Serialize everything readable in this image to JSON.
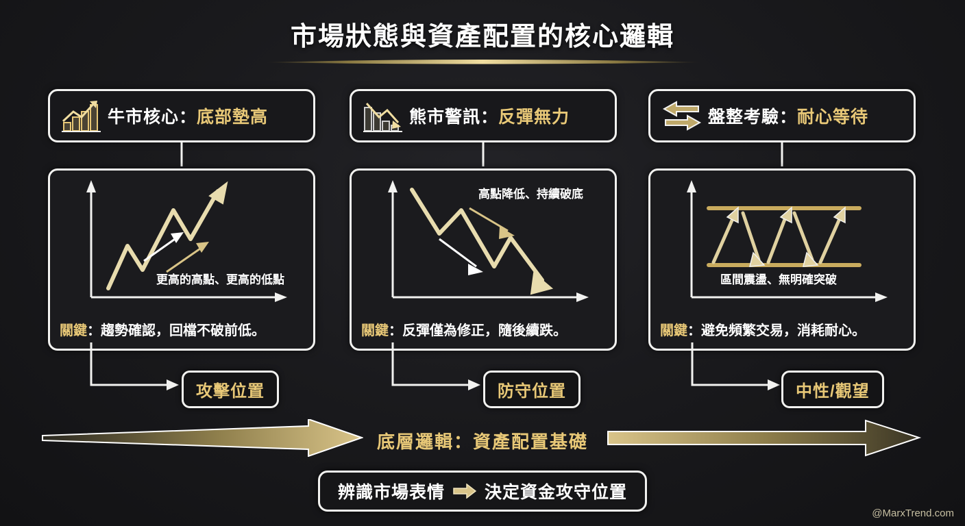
{
  "page": {
    "title": "市場狀態與資產配置的核心邏輯",
    "watermark": "@MarxTrend.com",
    "background_color": "#16161a",
    "accent_gold": "#e8c877",
    "text_white": "#ffffff"
  },
  "columns": [
    {
      "header": {
        "icon": "bar-chart-up-arrow-icon",
        "label_primary": "牛市核心：",
        "label_accent": "底部墊高"
      },
      "chart": {
        "type": "line",
        "pattern": "higher-highs-higher-lows",
        "note": "更高的高點、更高的低點"
      },
      "key": {
        "label": "關鍵",
        "text": "：趨勢確認，回檔不破前低。"
      },
      "badge": "攻擊位置"
    },
    {
      "header": {
        "icon": "bar-chart-down-arrow-icon",
        "label_primary": "熊市警訊：",
        "label_accent": "反彈無力"
      },
      "chart": {
        "type": "line",
        "pattern": "lower-highs-lower-lows",
        "note": "高點降低、持續破底"
      },
      "key": {
        "label": "關鍵",
        "text": "：反彈僅為修正，隨後續跌。"
      },
      "badge": "防守位置"
    },
    {
      "header": {
        "icon": "double-horizontal-arrow-icon",
        "label_primary": "盤整考驗：",
        "label_accent": "耐心等待"
      },
      "chart": {
        "type": "line",
        "pattern": "range-bound-oscillation",
        "note": "區間震盪、無明確突破"
      },
      "key": {
        "label": "關鍵",
        "text": "：避免頻繁交易，消耗耐心。"
      },
      "badge": "中性/觀望"
    }
  ],
  "bottom": {
    "banner_label": "底層邏輯：資產配置基礎",
    "final_left": "辨識市場表情",
    "final_arrow_icon": "arrow-right-icon",
    "final_right": "決定資金攻守位置"
  },
  "chart_data": {
    "type": "line",
    "title": "市場狀態與資產配置的核心邏輯",
    "charts": [
      {
        "name": "牛市核心",
        "pattern": "uptrend",
        "x": [
          0,
          1,
          2,
          3,
          4,
          5,
          6
        ],
        "y": [
          10,
          45,
          28,
          72,
          52,
          40,
          88
        ],
        "note": "更高的高點、更高的低點",
        "grid": false
      },
      {
        "name": "熊市警訊",
        "pattern": "downtrend",
        "x": [
          0,
          1,
          2,
          3,
          4,
          5,
          6
        ],
        "y": [
          90,
          50,
          62,
          22,
          40,
          30,
          8
        ],
        "note": "高點降低、持續破底",
        "grid": false
      },
      {
        "name": "盤整考驗",
        "pattern": "range",
        "resistance": 78,
        "support": 22,
        "x": [
          0,
          1,
          2,
          3,
          4,
          5,
          6
        ],
        "y": [
          22,
          78,
          22,
          78,
          22,
          78,
          22
        ],
        "note": "區間震盪、無明確突破",
        "grid": false
      }
    ]
  }
}
